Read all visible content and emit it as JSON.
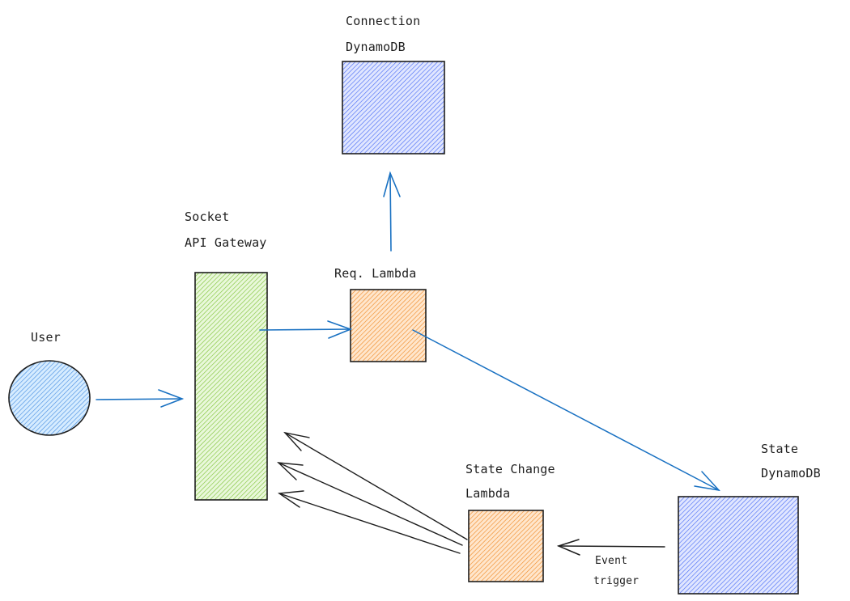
{
  "diagram": {
    "nodes": [
      {
        "id": "user",
        "shape": "ellipse",
        "label_lines": [
          "User"
        ],
        "fill": "#a5d8ff",
        "hatch": "#4a90e2"
      },
      {
        "id": "socket-api-gateway",
        "shape": "rect",
        "label_lines": [
          "Socket",
          "API Gateway"
        ],
        "fill": "#d3f9d8",
        "hatch": "#82c43c"
      },
      {
        "id": "req-lambda",
        "shape": "rect",
        "label_lines": [
          "Req. Lambda"
        ],
        "fill": "#ffe8cc",
        "hatch": "#f08c2a"
      },
      {
        "id": "connection-dynamodb",
        "shape": "rect",
        "label_lines": [
          "Connection",
          "DynamoDB"
        ],
        "fill": "#d0dbff",
        "hatch": "#4c6ef5"
      },
      {
        "id": "state-dynamodb",
        "shape": "rect",
        "label_lines": [
          "State",
          "DynamoDB"
        ],
        "fill": "#d0dbff",
        "hatch": "#4c6ef5"
      },
      {
        "id": "state-change-lambda",
        "shape": "rect",
        "label_lines": [
          "State Change",
          "Lambda"
        ],
        "fill": "#ffe8cc",
        "hatch": "#f08c2a"
      }
    ],
    "edges": [
      {
        "from": "user",
        "to": "socket-api-gateway",
        "color": "#1971c2",
        "label_lines": []
      },
      {
        "from": "socket-api-gateway",
        "to": "req-lambda",
        "color": "#1971c2",
        "label_lines": []
      },
      {
        "from": "req-lambda",
        "to": "connection-dynamodb",
        "color": "#1971c2",
        "label_lines": []
      },
      {
        "from": "req-lambda",
        "to": "state-dynamodb",
        "color": "#1971c2",
        "label_lines": []
      },
      {
        "from": "state-dynamodb",
        "to": "state-change-lambda",
        "color": "#1e1e1e",
        "label_lines": [
          "Event",
          "trigger"
        ]
      },
      {
        "from": "state-change-lambda",
        "to": "socket-api-gateway",
        "color": "#1e1e1e",
        "label_lines": []
      },
      {
        "from": "state-change-lambda",
        "to": "socket-api-gateway",
        "color": "#1e1e1e",
        "label_lines": []
      },
      {
        "from": "state-change-lambda",
        "to": "socket-api-gateway",
        "color": "#1e1e1e",
        "label_lines": []
      }
    ]
  }
}
